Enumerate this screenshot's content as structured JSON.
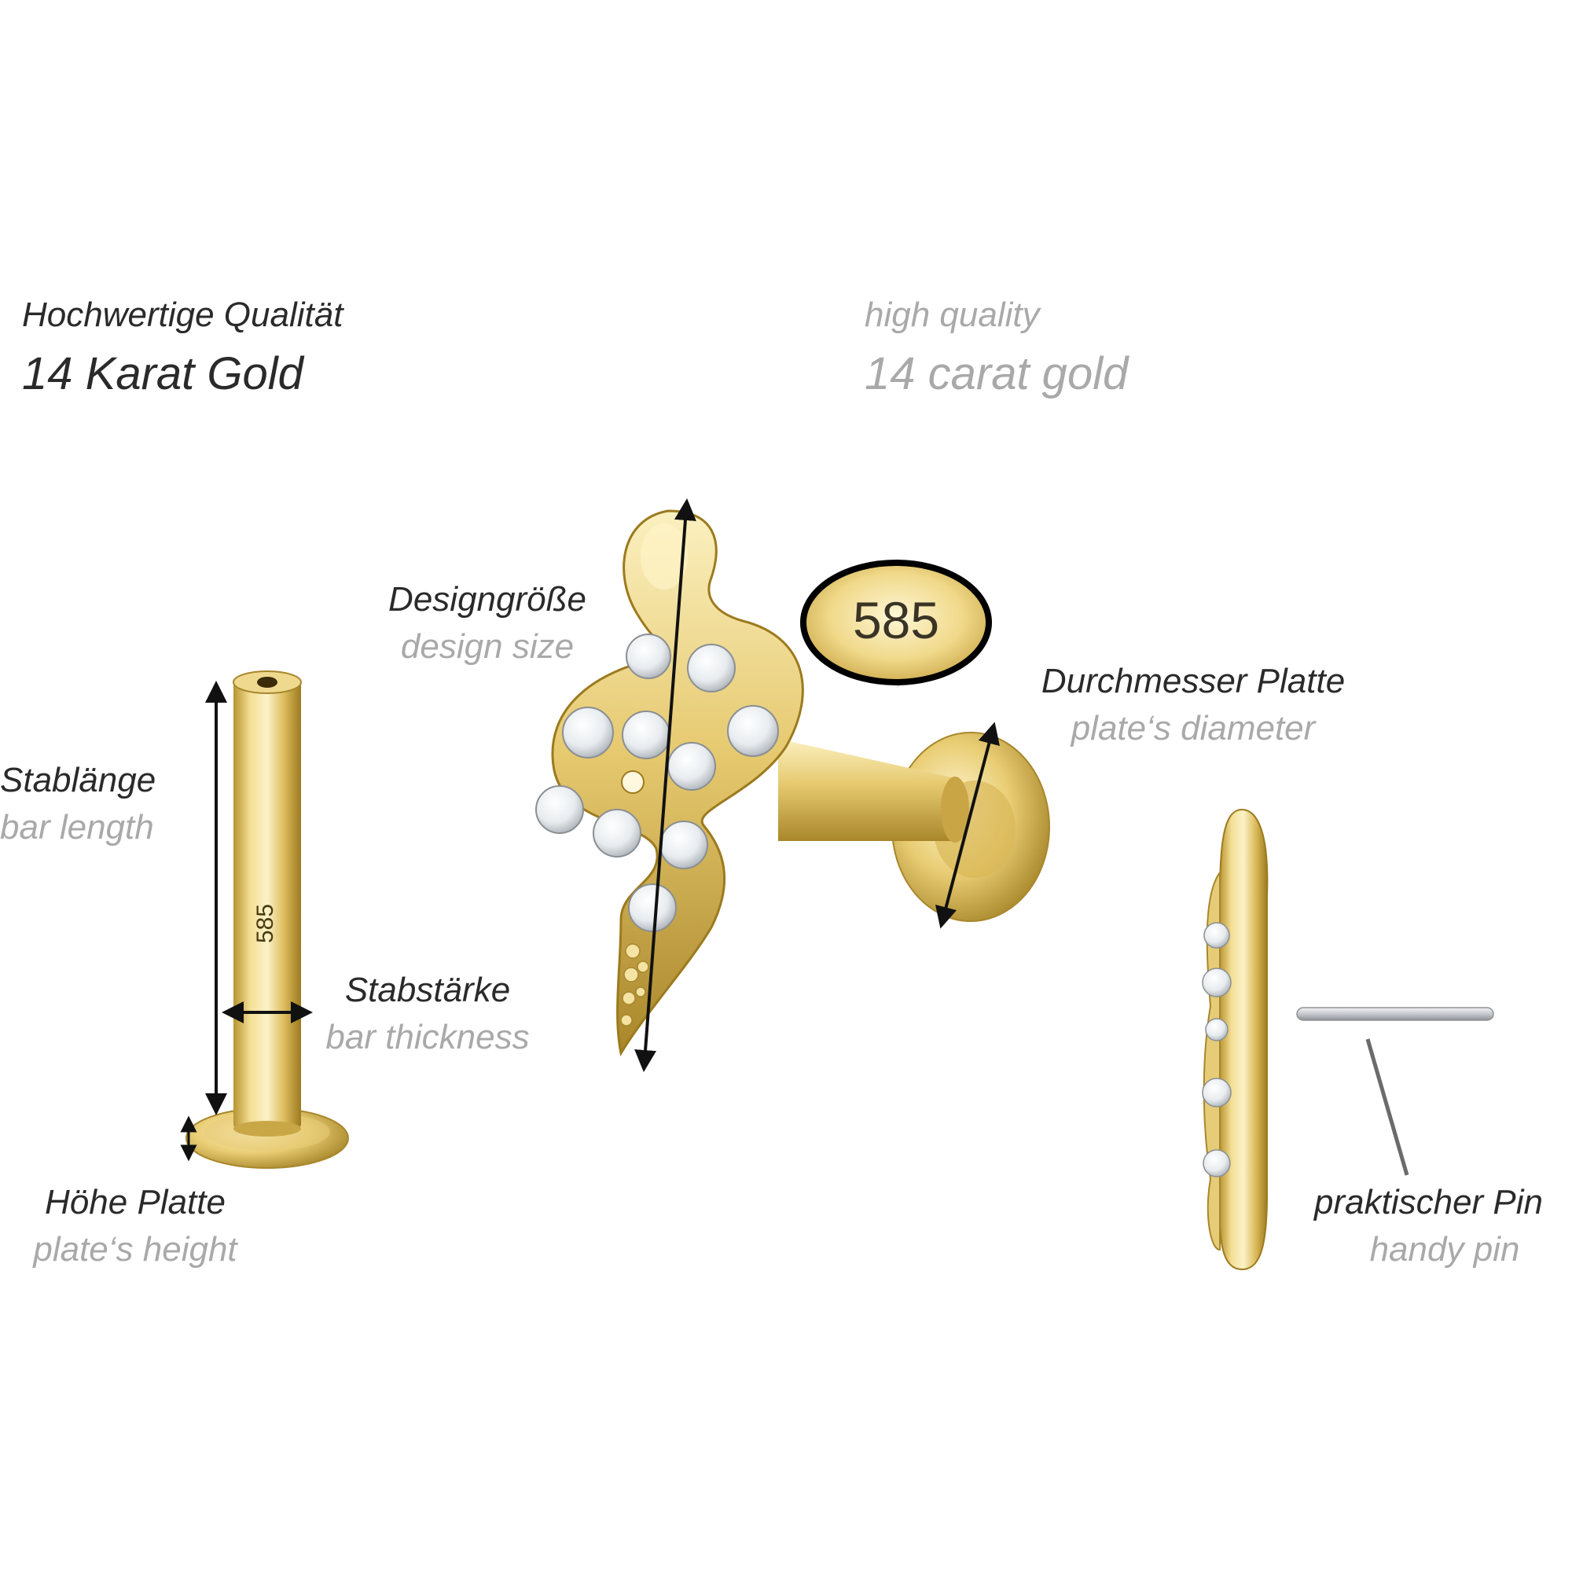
{
  "header": {
    "de_line1": "Hochwertige Qualität",
    "de_line2": "14 Karat Gold",
    "en_line1": "high quality",
    "en_line2": "14 carat gold"
  },
  "stamp": "585",
  "bar_stamp": "585",
  "labels": {
    "design_size": {
      "de": "Designgröße",
      "en": "design size"
    },
    "plate_diameter": {
      "de": "Durchmesser Platte",
      "en": "plate‘s diameter"
    },
    "bar_length": {
      "de": "Stablänge",
      "en": "bar length"
    },
    "bar_thickness": {
      "de": "Stabstärke",
      "en": "bar thickness"
    },
    "plate_height": {
      "de": "Höhe Platte",
      "en": "plate‘s height"
    },
    "handy_pin": {
      "de": "praktischer Pin",
      "en": "handy pin"
    }
  },
  "colors": {
    "gold_light": "#f7e7a6",
    "gold_mid": "#d9b64f",
    "gold_dark": "#9c7a1e",
    "steel": "#cfd2d6"
  }
}
